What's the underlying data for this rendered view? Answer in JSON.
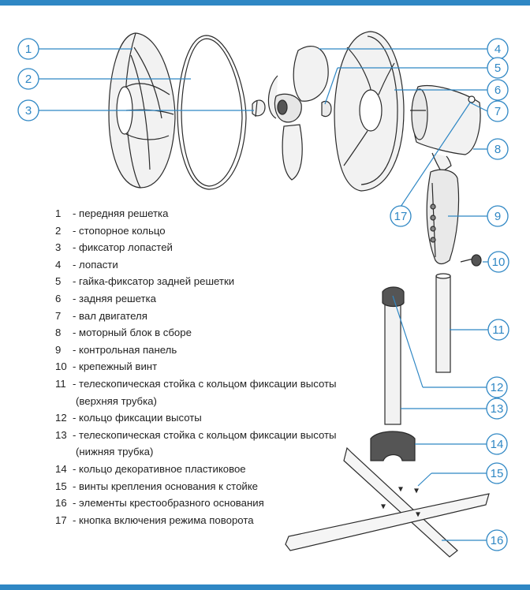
{
  "colors": {
    "accent": "#2f87c4",
    "line": "#2a2a2a",
    "callout": "#2f87c4"
  },
  "callouts": [
    {
      "n": "1"
    },
    {
      "n": "2"
    },
    {
      "n": "3"
    },
    {
      "n": "4"
    },
    {
      "n": "5"
    },
    {
      "n": "6"
    },
    {
      "n": "7"
    },
    {
      "n": "8"
    },
    {
      "n": "9"
    },
    {
      "n": "10"
    },
    {
      "n": "11"
    },
    {
      "n": "12"
    },
    {
      "n": "13"
    },
    {
      "n": "14"
    },
    {
      "n": "15"
    },
    {
      "n": "16"
    },
    {
      "n": "17"
    }
  ],
  "legend": [
    {
      "num": "1",
      "text": "- передняя решетка"
    },
    {
      "num": "2",
      "text": "- стопорное кольцо"
    },
    {
      "num": "3",
      "text": "- фиксатор лопастей"
    },
    {
      "num": "4",
      "text": "- лопасти"
    },
    {
      "num": "5",
      "text": "- гайка-фиксатор задней решетки"
    },
    {
      "num": "6",
      "text": "- задняя решетка"
    },
    {
      "num": "7",
      "text": "- вал двигателя"
    },
    {
      "num": "8",
      "text": "- моторный блок в сборе"
    },
    {
      "num": "9",
      "text": "- контрольная панель"
    },
    {
      "num": "10",
      "text": "- крепежный винт"
    },
    {
      "num": "11",
      "text": "- телескопическая стойка с кольцом фиксации высоты"
    },
    {
      "num": "",
      "text": "(верхняя трубка)",
      "cont": true
    },
    {
      "num": "12",
      "text": "- кольцо фиксации высоты"
    },
    {
      "num": "13",
      "text": "- телескопическая стойка с кольцом фиксации высоты"
    },
    {
      "num": "",
      "text": "(нижняя трубка)",
      "cont": true
    },
    {
      "num": "14",
      "text": "- кольцо декоративное пластиковое"
    },
    {
      "num": "15",
      "text": "- винты крепления основания к стойке"
    },
    {
      "num": "16",
      "text": "- элементы крестообразного основания"
    },
    {
      "num": "17",
      "text": "- кнопка включения режима поворота"
    }
  ]
}
